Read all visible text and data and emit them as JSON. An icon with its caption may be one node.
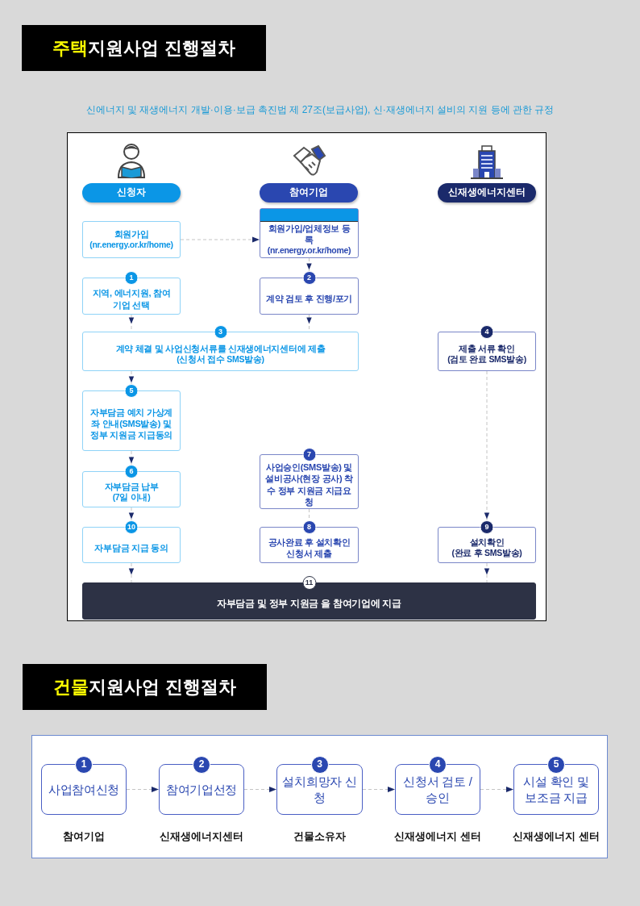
{
  "diagram": {
    "nodes": [
      {
        "text": [
          "신청자"
        ]
      },
      {
        "text": [
          "참여기업"
        ]
      },
      {
        "text": [
          "신재생에너지센터"
        ]
      },
      {
        "text": [
          "회원가입",
          "(nr.energy.or.kr/home)"
        ]
      },
      {
        "text": [
          "회원가입/업체정보 등록",
          "(nr.energy.or.kr/home)"
        ]
      },
      {
        "text": [
          "1",
          "지역, 에너지원, 참여 기업 선택"
        ]
      },
      {
        "text": [
          "2",
          "계약 검토 후 진행/포기"
        ]
      },
      {
        "text": [
          "3",
          "계약 체결 및 사업신청서류를 신재생에너지센터에 제출",
          "(신청서 접수 SMS발송)"
        ]
      },
      {
        "text": [
          "4",
          "제출 서류 확인",
          "(검토 완료 SMS발송)"
        ]
      },
      {
        "text": [
          "5",
          "자부담금 예치 가상계좌 안내(SMS발송) 및 정부 지원금 지급동의"
        ]
      },
      {
        "text": [
          "6",
          "자부담금 납부",
          "(7일 이내)"
        ]
      },
      {
        "text": [
          "7",
          "사업승인(SMS발송) 및 설비공사(현장 공사) 착수 정부 지원금 지급요청"
        ]
      },
      {
        "text": [
          "10",
          "자부담금 지급 동의"
        ]
      },
      {
        "text": [
          "8",
          "공사완료 후 설치확인 신청서 제출"
        ]
      },
      {
        "text": [
          "9",
          "설치확인",
          "(완료 후 SMS발송)"
        ]
      },
      {
        "text": [
          "11",
          "자부담금 및 정부 지원금 을 참여기업에 지급"
        ]
      },
      {
        "text": [
          "1",
          "사업참여신청"
        ],
        "beside": [
          "참여기업"
        ]
      },
      {
        "text": [
          "2",
          "참여기업선정"
        ],
        "beside": [
          "신재생에너지센터"
        ]
      },
      {
        "text": [
          "3",
          "설치희망자 신청"
        ],
        "beside": [
          "건물소유자"
        ]
      },
      {
        "text": [
          "4",
          "신청서 검토 / 승인"
        ],
        "beside": [
          "신재생에너지 센터"
        ]
      },
      {
        "text": [
          "5",
          "시설 확인 및 보조금 지급"
        ],
        "beside": [
          "신재생에너지 센터"
        ]
      }
    ],
    "edges": [
      {
        "from": 3,
        "to": 4,
        "arrow": "to",
        "style": "dashed"
      },
      {
        "from": 4,
        "to": 6,
        "arrow": "to",
        "style": "dashed"
      },
      {
        "from": 5,
        "to": 7,
        "arrow": "to",
        "style": "dashed"
      },
      {
        "from": 6,
        "to": 7,
        "arrow": "to",
        "style": "dashed"
      },
      {
        "from": 7,
        "to": 9,
        "arrow": "to",
        "style": "dashed"
      },
      {
        "from": 8,
        "to": 14,
        "arrow": "to",
        "style": "dashed"
      },
      {
        "from": 9,
        "to": 10,
        "arrow": "to",
        "style": "dashed"
      },
      {
        "from": 10,
        "to": 12,
        "arrow": "to",
        "style": "dashed"
      },
      {
        "from": 11,
        "to": 13,
        "arrow": "none",
        "style": "dashed"
      },
      {
        "from": 12,
        "to": 15,
        "arrow": "to",
        "style": "dashed"
      },
      {
        "from": 14,
        "to": 15,
        "arrow": "to",
        "style": "dashed"
      },
      {
        "from": 16,
        "to": 17,
        "arrow": "to",
        "style": "dashed"
      },
      {
        "from": 17,
        "to": 18,
        "arrow": "to",
        "style": "dashed"
      },
      {
        "from": 18,
        "to": 19,
        "arrow": "to",
        "style": "dashed"
      },
      {
        "from": 19,
        "to": 20,
        "arrow": "to",
        "style": "dashed"
      }
    ],
    "labels": [
      "**주택**지원사업 진행절차",
      "신에너지 및 재생에너지 개발·이용·보급 촉진법 제 27조(보급사업), 신·재생에너지 설비의 지원 등에 관한 규정",
      "**건물**지원사업 진행절차"
    ]
  }
}
